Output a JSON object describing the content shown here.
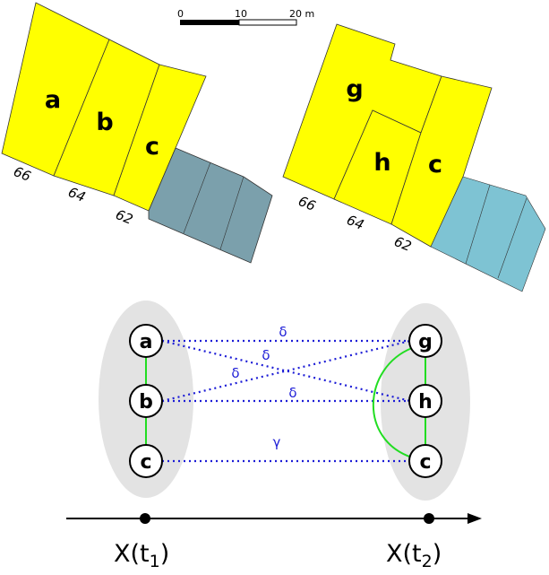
{
  "colors": {
    "parcel_yellow": "#ffff00",
    "annex_t1": "#7ba0ac",
    "annex_t2": "#7ec3d3",
    "ellipse_grey": "#e3e3e3",
    "edge_green": "#22dd22",
    "relation_blue": "#1c1cd6"
  },
  "scale_bar": {
    "tick_0": "0",
    "tick_10": "10",
    "tick_20": "20 m"
  },
  "map_t1": {
    "parcels": [
      "a",
      "b",
      "c"
    ],
    "house_numbers": [
      "66",
      "64",
      "62"
    ]
  },
  "map_t2": {
    "parcels": [
      "g",
      "h",
      "c"
    ],
    "house_numbers": [
      "66",
      "64",
      "62"
    ]
  },
  "graph": {
    "t1_nodes": [
      "a",
      "b",
      "c"
    ],
    "t2_nodes": [
      "g",
      "h",
      "c"
    ],
    "relations": [
      "δ",
      "δ",
      "δ",
      "δ",
      "γ"
    ]
  },
  "timeline": {
    "t1": {
      "main": "X(t",
      "sub": "1",
      "close": ")"
    },
    "t2": {
      "main": "X(t",
      "sub": "2",
      "close": ")"
    }
  }
}
